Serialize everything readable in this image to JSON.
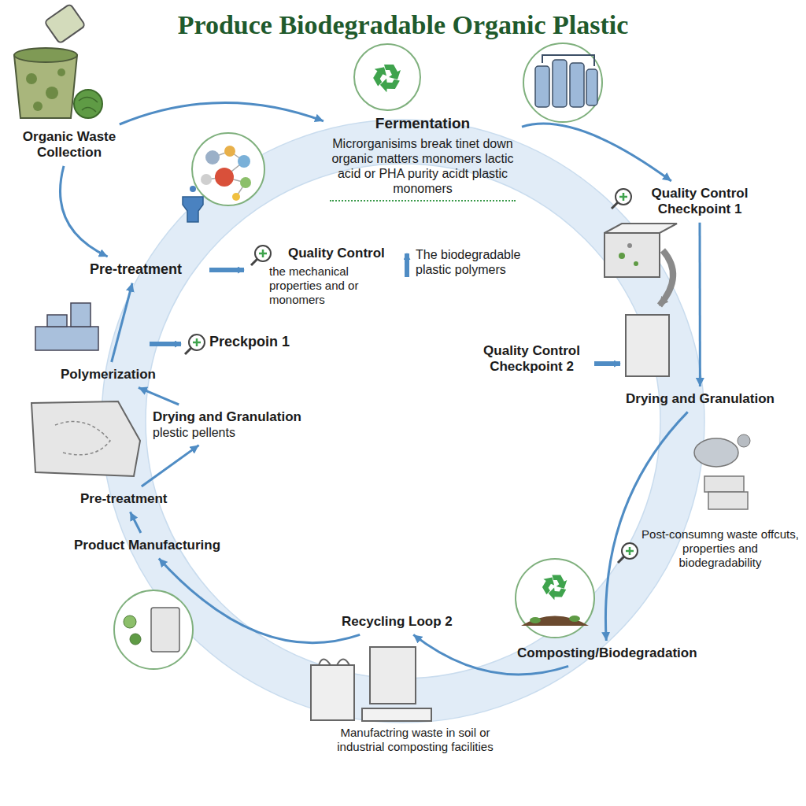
{
  "diagram": {
    "title": "Produce Biodegradable Organic Plastic",
    "nodes": [
      {
        "text": [
          "Organic Waste Collection"
        ]
      },
      {
        "text": [
          "Fermentation",
          "Microrganisims break tinet down organic matters monomers lactic acid or PHA purity acidt plastic monomers"
        ]
      },
      {
        "text": [
          "Quality Control Checkpoint 1"
        ]
      },
      {
        "text": [
          "Pre-treatment"
        ]
      },
      {
        "text": [
          "Polymerization"
        ]
      },
      {
        "text": [
          "Drying and Granulation"
        ]
      },
      {
        "text": [
          "Drying and Granulation",
          "plestic pellents"
        ]
      },
      {
        "text": [
          "Pre-treatment"
        ]
      },
      {
        "text": [
          "Product Manufacturing"
        ]
      },
      {
        "text": [
          "Composting/Biodegradation"
        ]
      },
      {
        "text": [
          "Recycling Loop 2"
        ]
      }
    ],
    "edges": [
      {
        "from": 0,
        "to": 3,
        "arrow": "to"
      },
      {
        "from": 0,
        "to": 1,
        "arrow": "to"
      },
      {
        "from": 1,
        "to": 2,
        "arrow": "to"
      },
      {
        "from": 2,
        "to": 5,
        "arrow": "to"
      },
      {
        "from": 5,
        "to": 9,
        "arrow": "to"
      },
      {
        "from": 9,
        "to": 10,
        "arrow": "to"
      },
      {
        "from": 10,
        "to": 8,
        "arrow": "to"
      },
      {
        "from": 8,
        "to": 7,
        "arrow": "to"
      },
      {
        "from": 7,
        "to": 6,
        "arrow": "to"
      },
      {
        "from": 6,
        "to": 4,
        "arrow": "to"
      },
      {
        "from": 4,
        "to": 3,
        "arrow": "to"
      }
    ],
    "labels": [
      "Quality Control",
      "the mechanical properties and or monomers",
      "The biodegradable plastic polymers",
      "Preckpoin 1",
      "Quality Control Checkpoint 2",
      "Post-consumng waste offcuts, properties and biodegradability",
      "Manufactring waste in soil or industrial composting facilities"
    ]
  }
}
